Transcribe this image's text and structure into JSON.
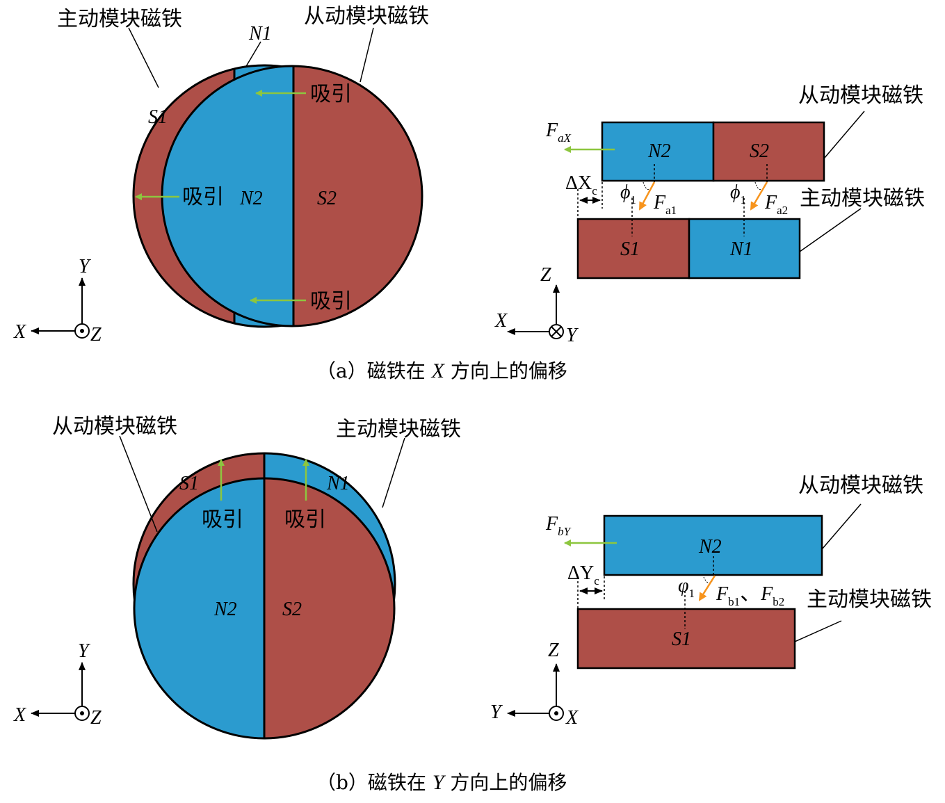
{
  "colors": {
    "red": "#ae4f48",
    "blue": "#2b9bcf",
    "green": "#8dc63f",
    "orange": "#f7941d"
  },
  "a": {
    "caption": {
      "prefix": "（a）磁铁在 ",
      "axis": "X",
      "suffix": " 方向上的偏移"
    },
    "left": {
      "driver": "主动模块磁铁",
      "follower": "从动模块磁铁",
      "n1": "N1",
      "s1": "S1",
      "n2": "N2",
      "s2": "S2",
      "attract": "吸引",
      "axes": {
        "x": "X",
        "y": "Y",
        "z": "Z"
      }
    },
    "right": {
      "follower": "从动模块磁铁",
      "driver": "主动模块磁铁",
      "n2": "N2",
      "s2": "S2",
      "s1": "S1",
      "n1": "N1",
      "force": {
        "main": "F",
        "sub": "aX"
      },
      "offset": {
        "main": "ΔX",
        "sub": "c"
      },
      "phi": {
        "main": "ϕ",
        "sub": "1"
      },
      "fa1": {
        "main": "F",
        "sub": "a1"
      },
      "fa2": {
        "main": "F",
        "sub": "a2"
      },
      "axes": {
        "x": "X",
        "y": "Y",
        "z": "Z"
      }
    }
  },
  "b": {
    "caption": {
      "prefix": "（b）磁铁在 ",
      "axis": "Y",
      "suffix": " 方向上的偏移"
    },
    "left": {
      "follower": "从动模块磁铁",
      "driver": "主动模块磁铁",
      "s1": "S1",
      "n1": "N1",
      "n2": "N2",
      "s2": "S2",
      "attract": "吸引",
      "axes": {
        "x": "X",
        "y": "Y",
        "z": "Z"
      }
    },
    "right": {
      "follower": "从动模块磁铁",
      "driver": "主动模块磁铁",
      "n2": "N2",
      "s1": "S1",
      "force": {
        "main": "F",
        "sub": "bY"
      },
      "offset": {
        "main": "ΔY",
        "sub": "c"
      },
      "phi": {
        "main": "φ",
        "sub": "1"
      },
      "fb1": {
        "main": "F",
        "sub": "b1"
      },
      "sep": "、",
      "fb2": {
        "main": "F",
        "sub": "b2"
      },
      "axes": {
        "y": "Y",
        "x": "X",
        "z": "Z"
      }
    }
  }
}
